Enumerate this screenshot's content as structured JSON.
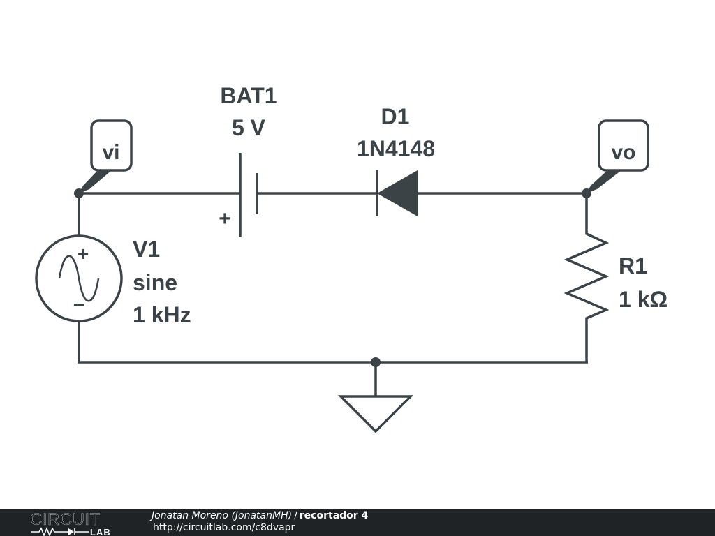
{
  "components": {
    "battery": {
      "name": "BAT1",
      "value": "5 V",
      "plus_sign": "+"
    },
    "diode": {
      "name": "D1",
      "value": "1N4148"
    },
    "source": {
      "name": "V1",
      "type": "sine",
      "frequency": "1 kHz",
      "plus_sign": "+",
      "minus_sign": "−"
    },
    "resistor": {
      "name": "R1",
      "value": "1 kΩ"
    }
  },
  "probes": {
    "input": "vi",
    "output": "vo"
  },
  "footer": {
    "logo_top": "CIRCUIT",
    "logo_bottom": "LAB",
    "author": "Jonatan Moreno (JonatanMH)",
    "separator": "/",
    "title": "recortador 4",
    "url": "http://circuitlab.com/c8dvapr"
  },
  "colors": {
    "ink": "#3c4347",
    "footer_bg": "#1f2326"
  }
}
